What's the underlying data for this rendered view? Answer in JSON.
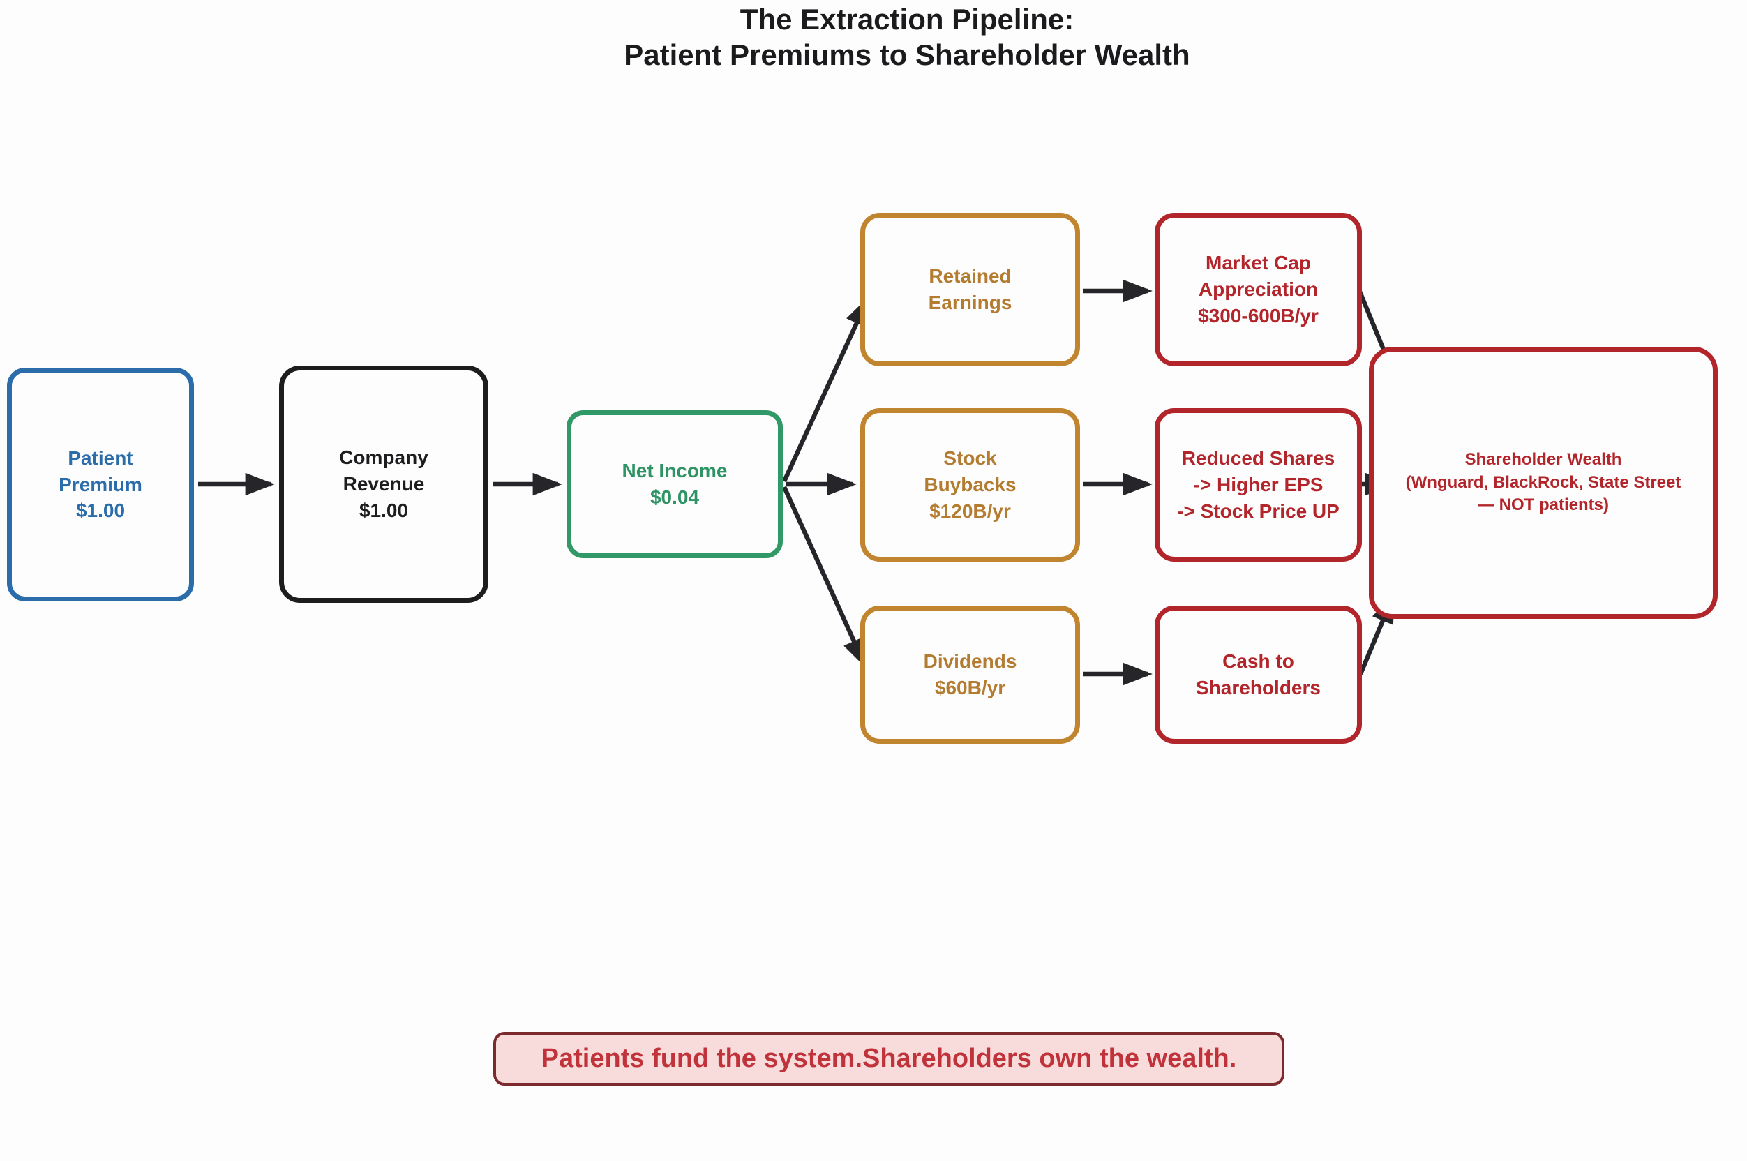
{
  "title": {
    "line1": "The Extraction Pipeline:",
    "line2": "Patient Premiums to Shareholder Wealth"
  },
  "diagram": {
    "nodes": {
      "patient_premium": {
        "label": "Patient\nPremium\n$1.00"
      },
      "company_revenue": {
        "label": "Company\nRevenue\n$1.00"
      },
      "net_income": {
        "label": "Net Income\n$0.04"
      },
      "retained_earnings": {
        "label": "Retained\nEarnings"
      },
      "stock_buybacks": {
        "label": "Stock\nBuybacks\n$120B/yr"
      },
      "dividends": {
        "label": "Dividends\n$60B/yr"
      },
      "market_cap": {
        "label": "Market Cap\nAppreciation\n$300-600B/yr"
      },
      "reduced_shares": {
        "label": "Reduced Shares\n-> Higher EPS\n-> Stock Price UP"
      },
      "cash_to_shareholders": {
        "label": "Cash to\nShareholders"
      },
      "shareholder_wealth": {
        "label": "Shareholder Wealth\n(Wnguard, BlackRock, State Street\n— NOT patients)"
      }
    }
  },
  "banner": {
    "text": "Patients fund the system.Shareholders own the wealth."
  },
  "colors": {
    "patient_premium_blue": "#2b6cab",
    "company_revenue_black": "#1d1d1f",
    "net_income_green": "#319868",
    "payout_orange": "#c1842f",
    "shareholder_red": "#b2252a",
    "banner_background": "#f8dcdc",
    "banner_border": "#7d2a2e",
    "banner_text": "#c0333a",
    "arrow_color": "#26262a"
  }
}
